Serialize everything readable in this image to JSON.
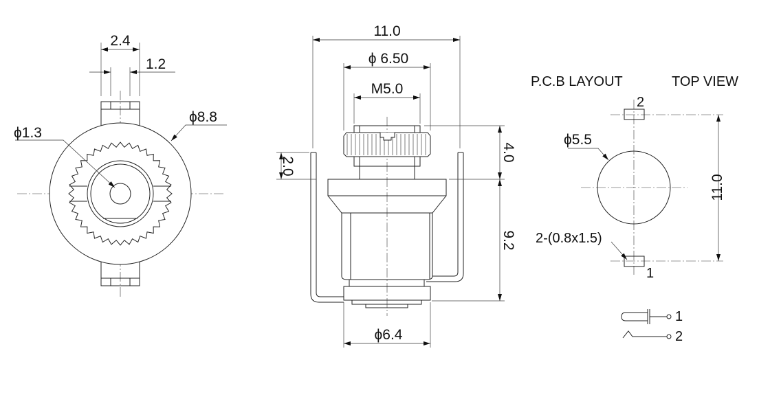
{
  "front_view": {
    "dim_tab_width": "2.4",
    "dim_slot_width": "1.2",
    "dim_hole": "ϕ1.3",
    "dim_outer": "ϕ8.8"
  },
  "side_view": {
    "dim_bracket_width": "11.0",
    "dim_nut": "ϕ 6.50",
    "dim_thread": "M5.0",
    "dim_bracket_height": "2.0",
    "dim_nut_height": "4.0",
    "dim_body_height": "9.2",
    "dim_base": "ϕ6.4"
  },
  "pcb_layout": {
    "title": "P.C.B LAYOUT",
    "subtitle": "TOP VIEW",
    "dim_hole": "ϕ5.5",
    "dim_pads": "2-(0.8x1.5)",
    "dim_pitch": "11.0",
    "pad_top_label": "2",
    "pad_bottom_label": "1",
    "symbol_pin1": "1",
    "symbol_pin2": "2"
  },
  "colors": {
    "line": "#222222",
    "background": "#ffffff"
  }
}
